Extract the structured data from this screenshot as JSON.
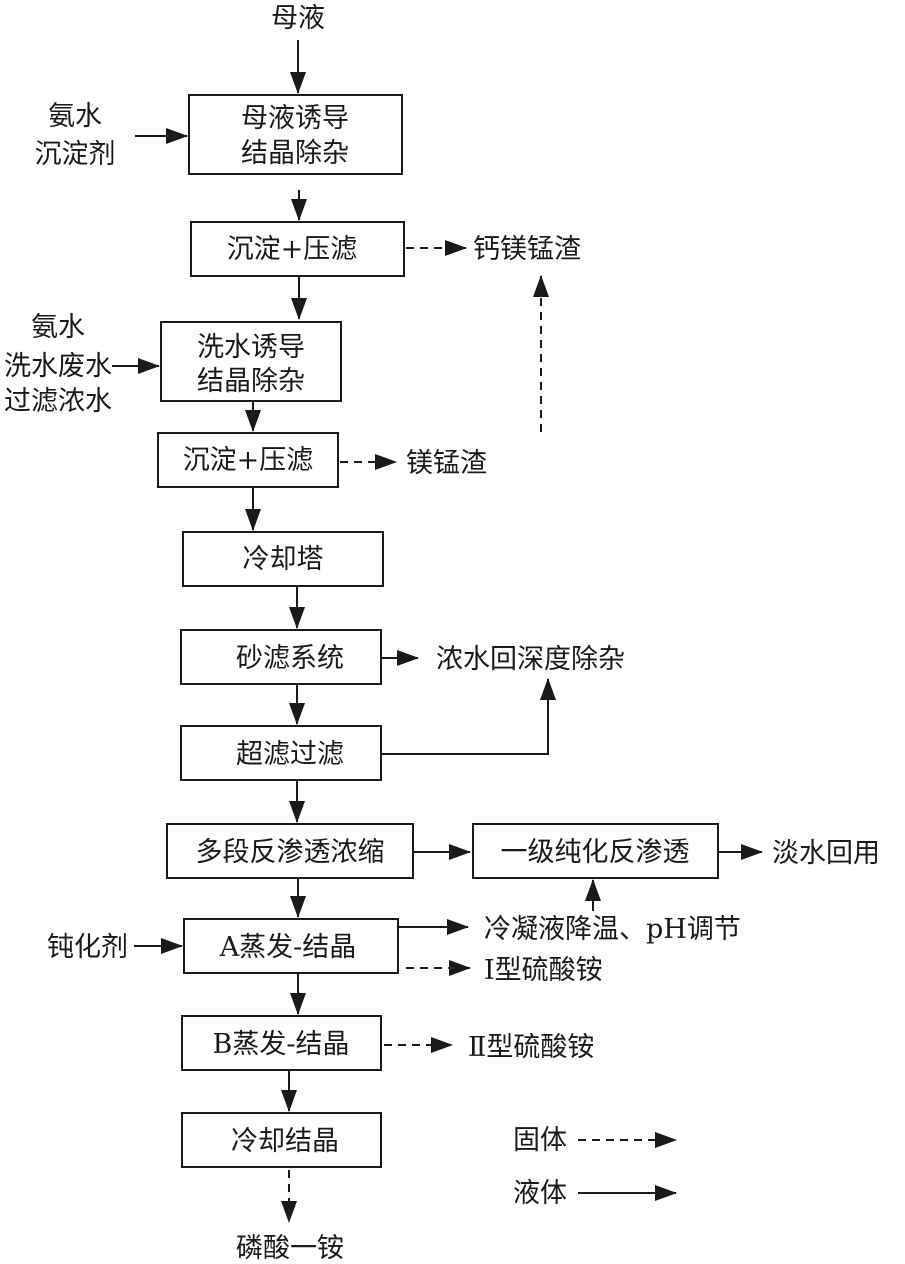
{
  "title": "母液处理工艺流程",
  "input": "母液",
  "process_boxes": {
    "mother_liquor_crystallization": [
      "母液诱导",
      "结晶除杂"
    ],
    "precipitation_filter_1": "沉淀+压滤",
    "wash_water_crystallization": [
      "洗水诱导",
      "结晶除杂"
    ],
    "precipitation_filter_2": "沉淀+压滤",
    "cooling_tower": "冷却塔",
    "sand_filter": "砂滤系统",
    "ultrafiltration": "超滤过滤",
    "multistage_ro": "多段反渗透浓缩",
    "primary_ro": "一级纯化反渗透",
    "evaporation_a": "A蒸发-结晶",
    "evaporation_b": "B蒸发-结晶",
    "cooling_crystallization": "冷却结晶"
  },
  "side_inputs": {
    "input_1": [
      "氨水",
      "沉淀剂"
    ],
    "input_2": [
      "氨水",
      "洗水废水",
      "过滤浓水"
    ],
    "input_3": "钝化剂"
  },
  "outputs": {
    "ca_mg_mn_residue": "钙镁锰渣",
    "mg_mn_residue": "镁锰渣",
    "concentrate_return": "浓水回深度除杂",
    "fresh_water_reuse": "淡水回用",
    "condensate": "冷凝液降温、pH调节",
    "type1_ammonium_sulfate": "Ⅰ型硫酸铵",
    "type2_ammonium_sulfate": "Ⅱ型硫酸铵",
    "monoammonium_phosphate": "磷酸一铵"
  },
  "legend": {
    "solid_label": "固体",
    "liquid_label": "液体",
    "solid_line_style": "dashed",
    "liquid_line_style": "solid"
  }
}
